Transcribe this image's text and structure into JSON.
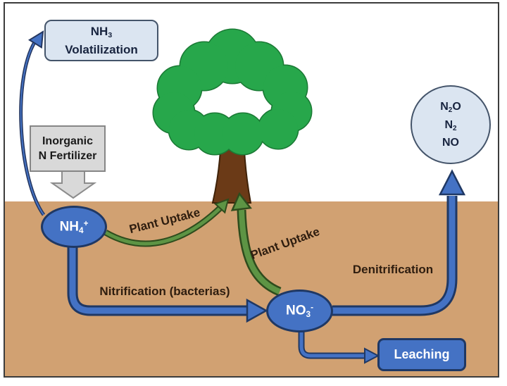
{
  "boxes": {
    "nh3_volatilization": {
      "formula_base": "NH",
      "formula_sub": "3",
      "label": "Volatilization"
    },
    "inorganic_fertilizer": {
      "line1": "Inorganic",
      "line2": "N Fertilizer"
    },
    "gas_circle": {
      "line1_base": "N",
      "line1_sub": "2",
      "line1_tail": "O",
      "line2_base": "N",
      "line2_sub": "2",
      "line3": "NO"
    },
    "leaching": {
      "label": "Leaching"
    }
  },
  "nodes": {
    "nh4": {
      "base": "NH",
      "sub": "4",
      "sup": "+"
    },
    "no3": {
      "base": "NO",
      "sub": "3",
      "sup": "-"
    }
  },
  "labels": {
    "plant_uptake_left": "Plant Uptake",
    "plant_uptake_right": "Plant Uptake",
    "nitrification": "Nitrification (bacterias)",
    "denitrification": "Denitrification"
  },
  "colors": {
    "sky": "#ffffff",
    "soil": "#d1a172",
    "frame_border": "#3c3c3c",
    "node_blue": "#4472c4",
    "node_border": "#1f3864",
    "light_blue_fill": "#dbe5f1",
    "light_blue_border": "#44546a",
    "gray_fill": "#d9d9d9",
    "gray_border": "#868686",
    "green_arrow": "#5d9444",
    "green_arrow_outline": "#2e4c1d",
    "tree_green": "#27a74b",
    "tree_outline": "#1b7a35",
    "trunk_brown": "#6b3a17",
    "label_text": "#2e1d0f"
  }
}
